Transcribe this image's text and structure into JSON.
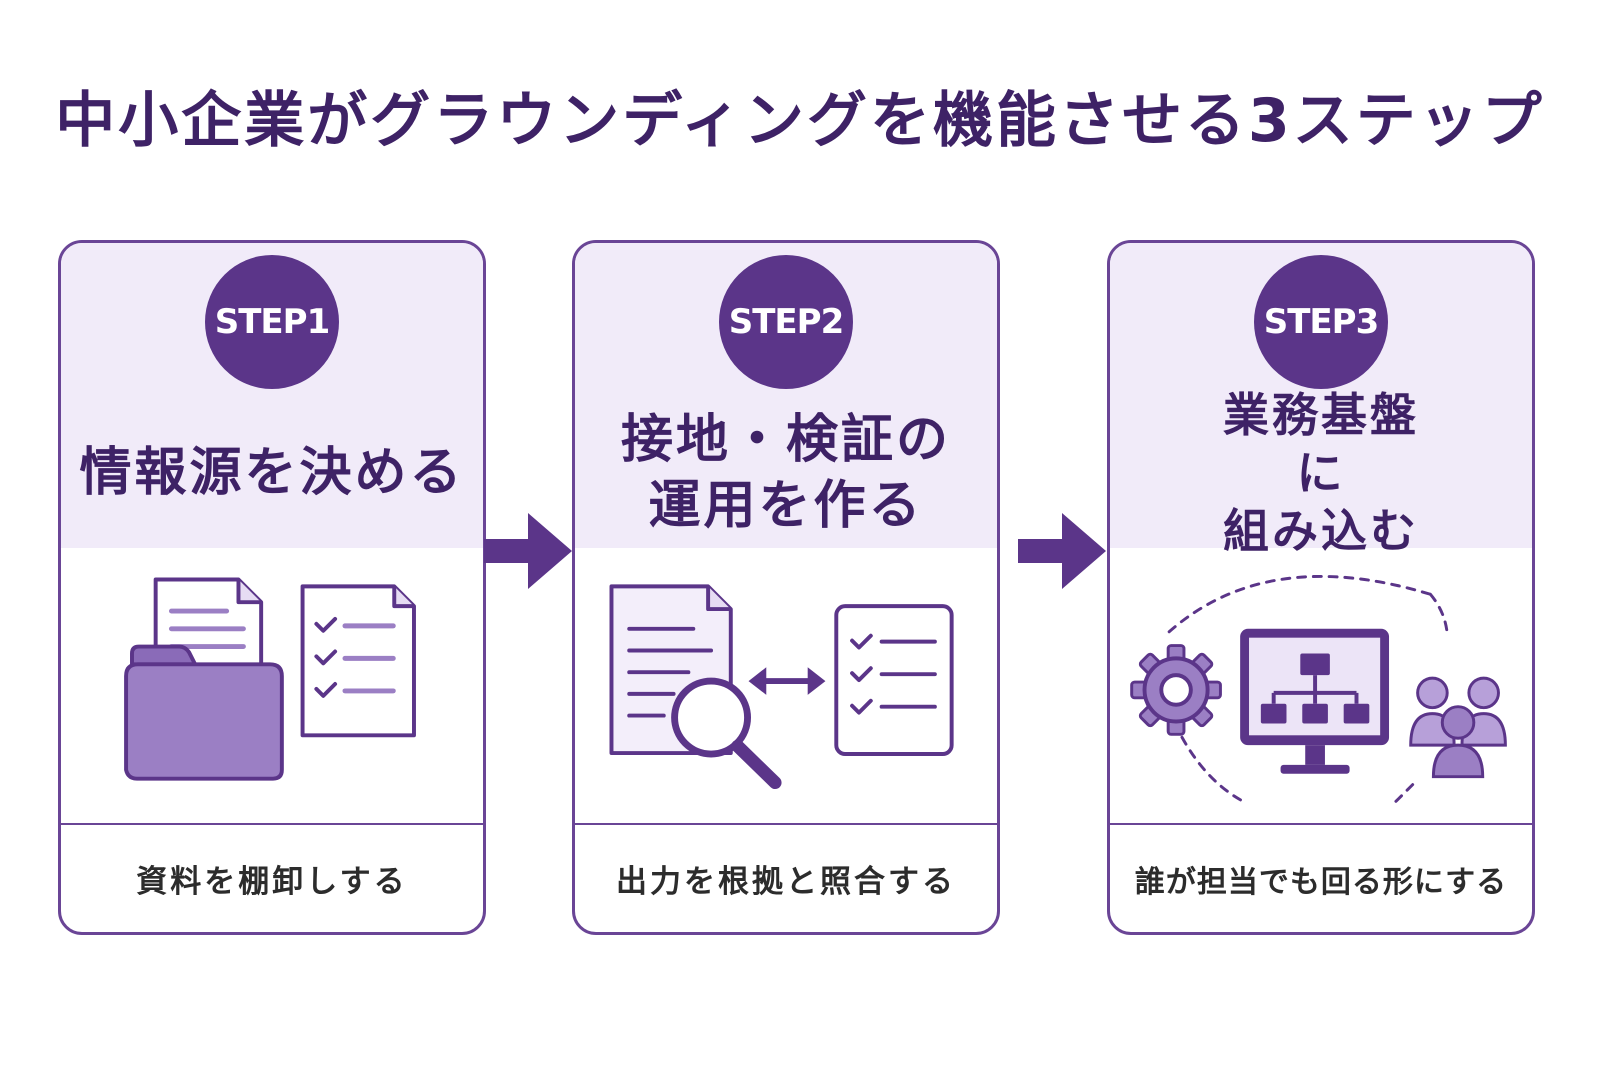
{
  "title": "中小企業がグラウンディングを機能させる3ステップ",
  "colors": {
    "primary": "#5b3589",
    "border": "#6a4596",
    "head_bg": "#f1ebf9",
    "title_text": "#3e2266",
    "icon_fill": "#9b7fc4",
    "icon_light": "#f3eefa"
  },
  "steps": [
    {
      "badge": "STEP1",
      "heading": "情報源を決める",
      "caption": "資料を棚卸しする",
      "icons": [
        "document-icon",
        "folder-icon",
        "checklist-icon"
      ]
    },
    {
      "badge": "STEP2",
      "heading": "接地・検証の\n運用を作る",
      "caption": "出力を根拠と照合する",
      "icons": [
        "document-icon",
        "magnifier-icon",
        "double-arrow-icon",
        "checklist-icon"
      ]
    },
    {
      "badge": "STEP3",
      "heading": "業務基盤\nに\n組み込む",
      "caption": "誰が担当でも回る形にする",
      "icons": [
        "gear-icon",
        "monitor-org-chart-icon",
        "team-icon",
        "dashed-cycle-icon"
      ]
    }
  ]
}
